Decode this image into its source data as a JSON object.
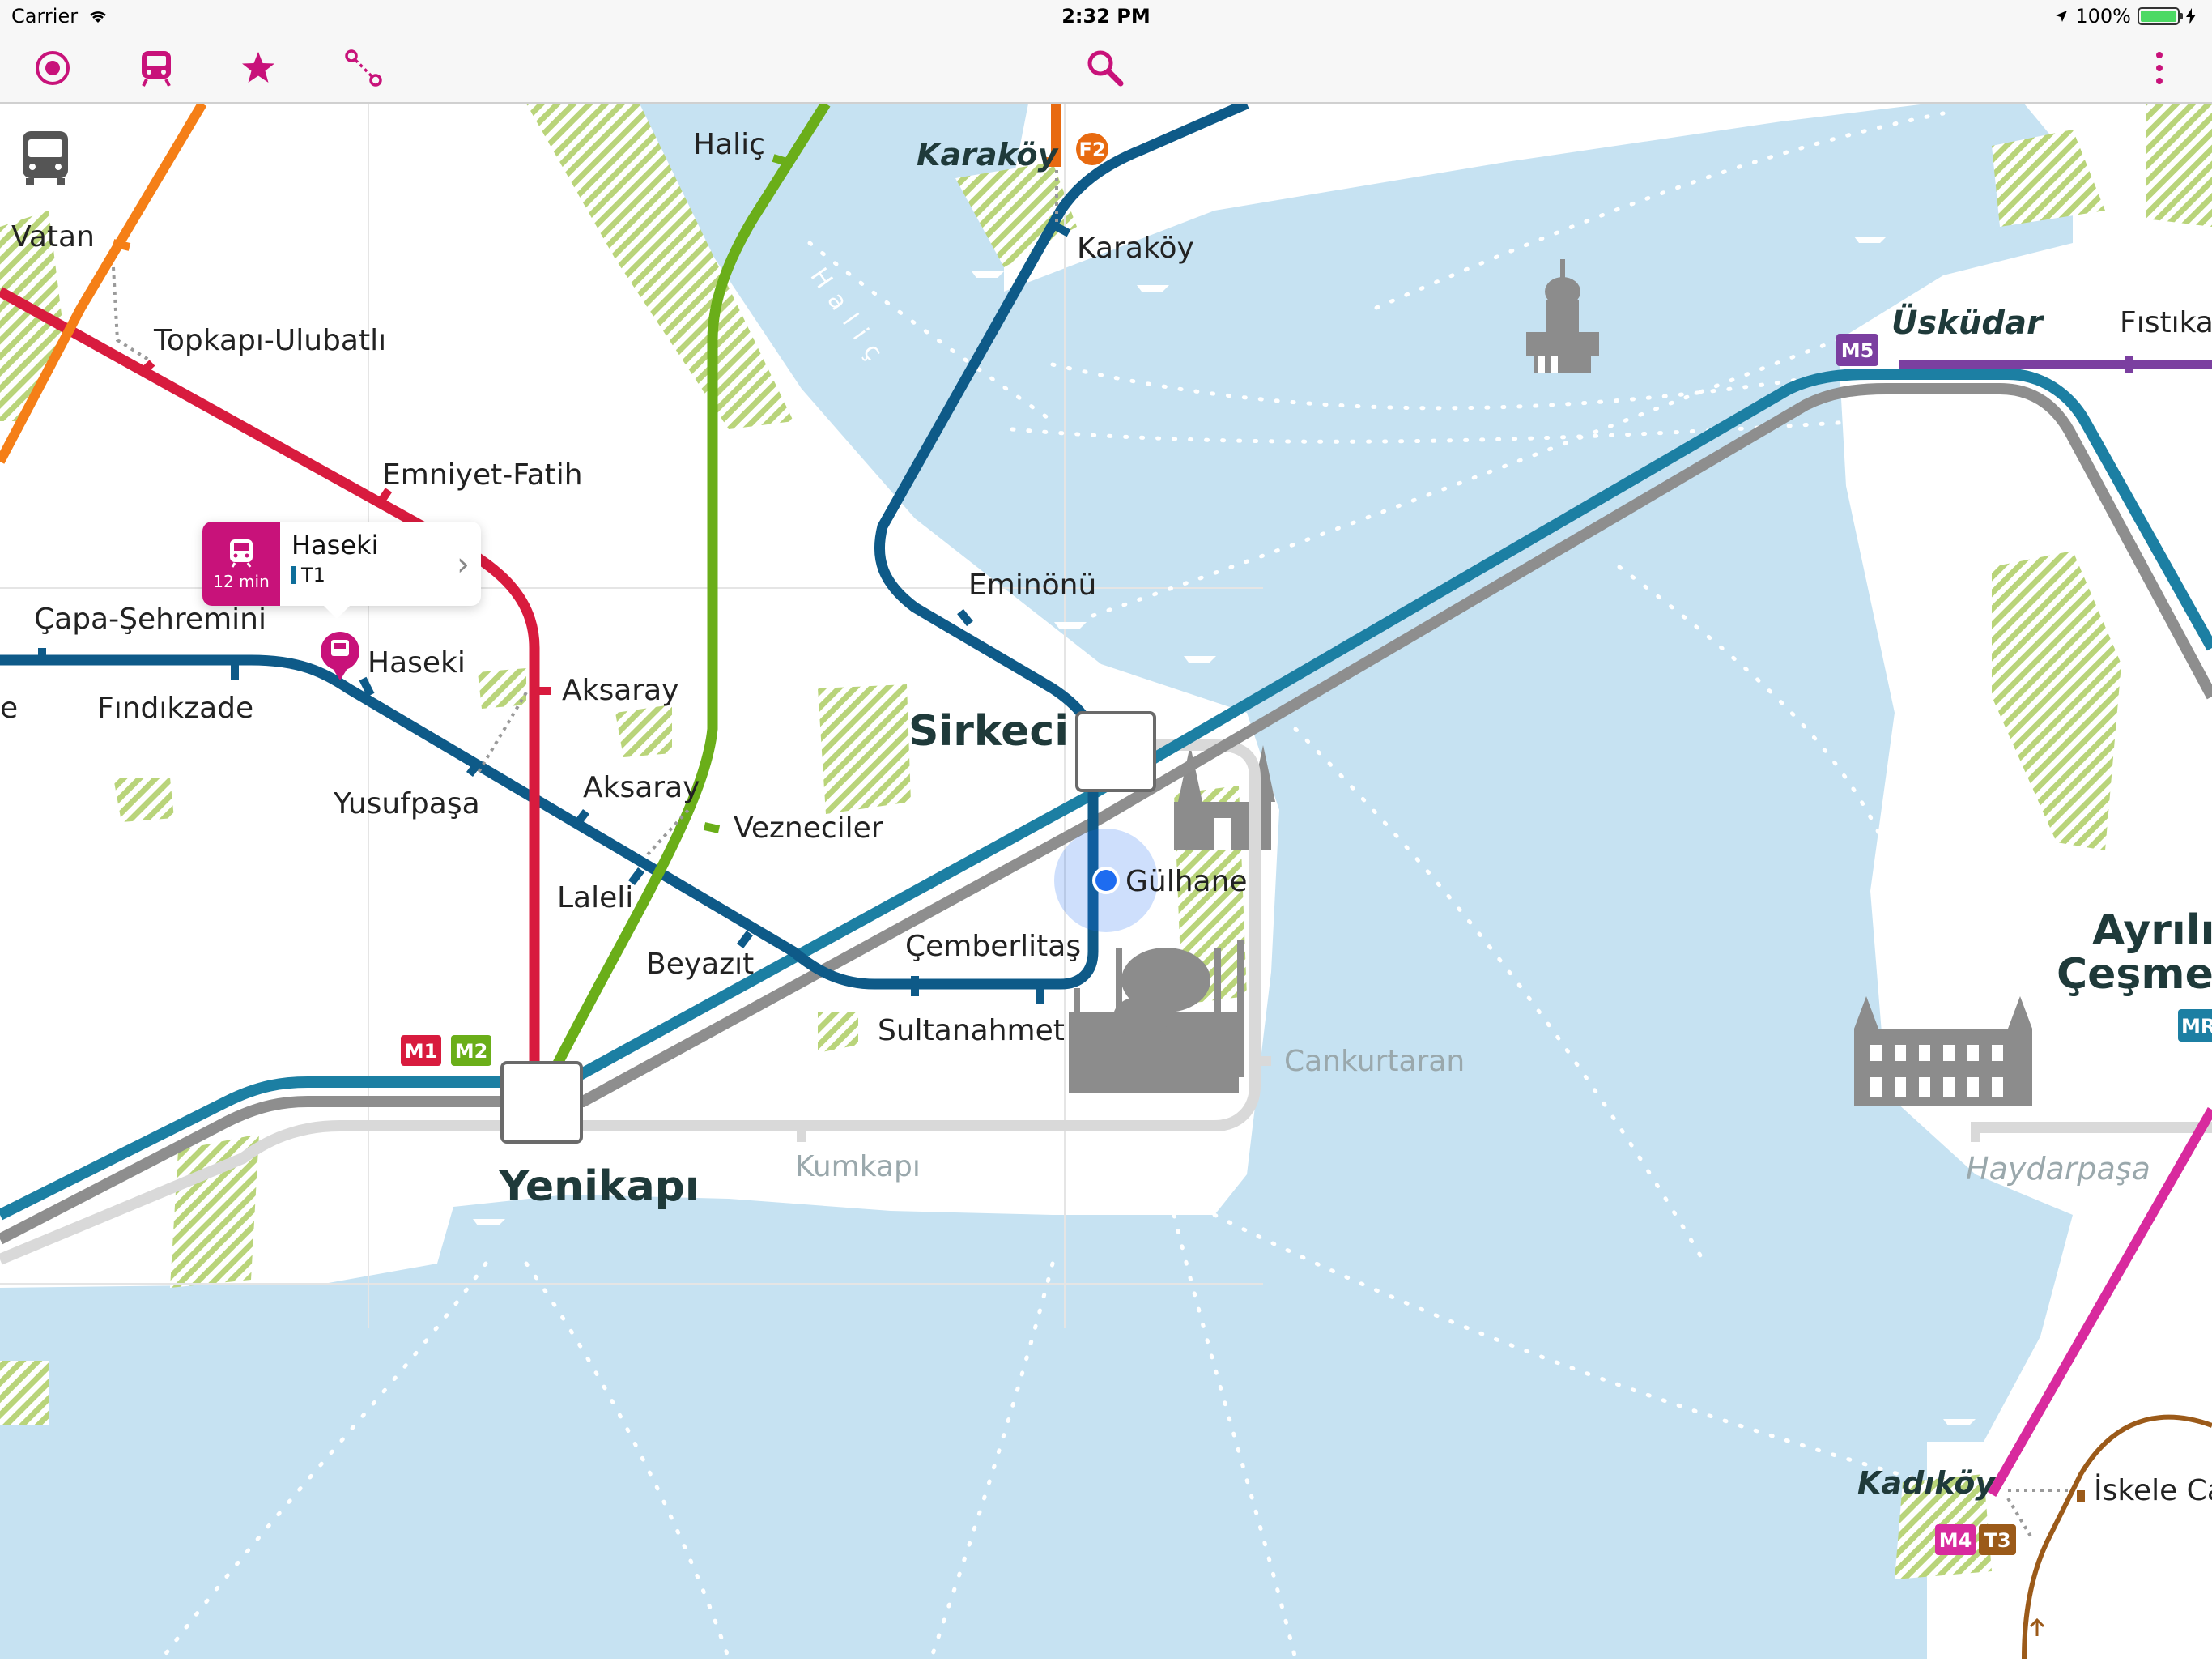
{
  "status_bar": {
    "carrier": "Carrier",
    "time": "2:32 PM",
    "battery": "100%"
  },
  "toolbar": {
    "icons": [
      "location-target-icon",
      "metro-train-icon",
      "favorites-star-icon",
      "route-icon",
      "search-icon",
      "more-menu-icon"
    ],
    "accent": "#c8127a"
  },
  "callout": {
    "station": "Haseki",
    "minutes": "12 min",
    "line": "T1"
  },
  "badges": {
    "F2": "F2",
    "M1": "M1",
    "M2": "M2",
    "M5": "M5",
    "M4": "M4",
    "T3": "T3",
    "MR": "MR"
  },
  "stations": {
    "halic": "Haliç",
    "karakoy_f2": "Karaköy",
    "karakoy": "Karaköy",
    "vatan": "Vatan",
    "topkapi": "Topkapı-Ulubatlı",
    "emniyet": "Emniyet-Fatih",
    "capa": "Çapa-Şehremini",
    "haseki": "Haseki",
    "findikzade": "Fındıkzade",
    "e_partial": "e",
    "aksaray_m1": "Aksaray",
    "aksaray_t1": "Aksaray",
    "yusufpasa": "Yusufpaşa",
    "vezneciler": "Vezneciler",
    "laleli": "Laleli",
    "beyazit": "Beyazıt",
    "cemberlitas": "Çemberlitaş",
    "sultanahmet": "Sultanahmet",
    "eminonu": "Eminönü",
    "sirkeci": "Sirkeci",
    "gulhane": "Gülhane",
    "cankurtaran": "Cankurtaran",
    "yenikapi": "Yenikapı",
    "kumkapi": "Kumkapı",
    "uskudar": "Üsküdar",
    "fistikagaci": "Fıstıkağ",
    "ayrilik1": "Ayrılık",
    "ayrilik2": "Çeşmesi",
    "haydarpasa": "Haydarpaşa",
    "kadikoy": "Kadıköy",
    "iskele": "İskele Ca",
    "halic_water": "Haliç"
  },
  "colors": {
    "water": "#c6e2f2",
    "land": "#ffffff",
    "park": "#b9d47a",
    "marmaray": "#1c7fa3",
    "marmaray_gray": "#8e8e8e",
    "m1": "#d81b3e",
    "m2": "#6aae19",
    "t1": "#0e5a88",
    "t4_orange": "#f57f17",
    "f2": "#e86a10",
    "m5": "#7b3fa0",
    "m4": "#d82a9e",
    "t3": "#9b5a19",
    "suburban": "#d9d9d9",
    "location": "#1e6cf0"
  }
}
